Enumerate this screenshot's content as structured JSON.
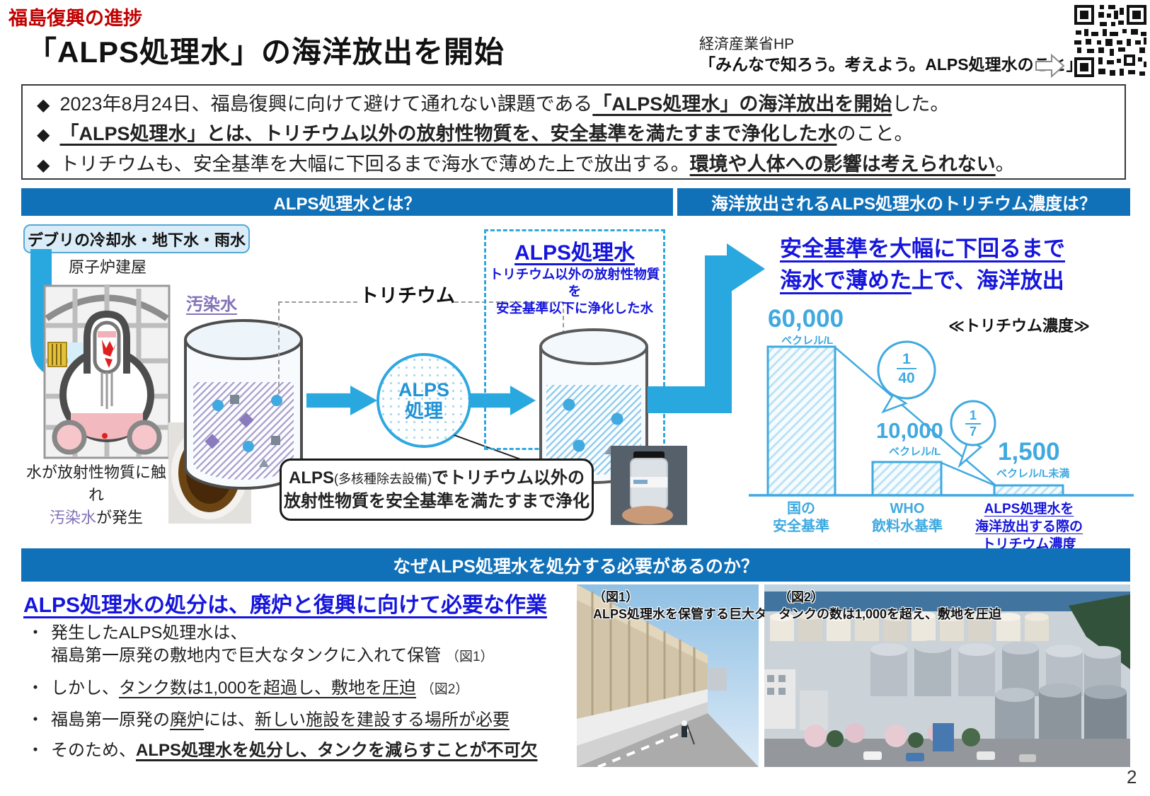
{
  "page_number": "2",
  "header": {
    "tagline": "福島復興の進捗",
    "title": "「ALPS処理水」の海洋放出を開始",
    "meti_line1": "経済産業省HP",
    "meti_line2": "「みんなで知ろう。考えよう。ALPS処理水のこと」"
  },
  "summary": {
    "bullet1": {
      "pre": "2023年8月24日、福島復興に向けて避けて通れない課題である",
      "em": "「ALPS処理水」の海洋放出を開始",
      "post": "した。"
    },
    "bullet2": {
      "pre": "",
      "em": "「ALPS処理水」とは、トリチウム以外の放射性物質を、安全基準を満たすまで浄化した水",
      "post": "のこと。"
    },
    "bullet3": {
      "pre": "トリチウムも、安全基準を大幅に下回るまで海水で薄めた上で放出する。",
      "em": "環境や人体への影響は考えられない",
      "post": "。"
    }
  },
  "left_panel": {
    "header": "ALPS処理水とは？",
    "debris_label": "デブリの冷却水・地下水・雨水",
    "reactor_label": "原子炉建屋",
    "contaminated_water_label": "汚染水",
    "origin_line1": "水が放射性物質に触れ",
    "origin_em": "汚染水",
    "origin_post": "が発生",
    "tritium_label": "トリチウム",
    "alps_circle": {
      "line1": "ALPS",
      "line2": "処理"
    },
    "treated_box": {
      "title": "ALPS処理水",
      "sub1": "トリチウム以外の放射性物質を",
      "sub2": "安全基準以下に浄化した水"
    },
    "alps_note": {
      "b1": "ALPS",
      "small": "(多核種除去設備)",
      "b2": "でトリチウム以外の",
      "line2": "放射性物質を安全基準を満たすまで浄化"
    }
  },
  "right_panel": {
    "header": "海洋放出されるALPS処理水のトリチウム濃度は？",
    "headline1": "安全基準を大幅に下回るまで",
    "headline2_u": "海水で薄めた",
    "headline2_rest": "上で、海洋放出"
  },
  "chart_data": {
    "type": "bar",
    "title": "≪トリチウム濃度≫",
    "categories": [
      "国の安全基準",
      "WHO飲料水基準",
      "ALPS処理水を海洋放出する際のトリチウム濃度"
    ],
    "values": [
      60000,
      10000,
      1500
    ],
    "value_labels": [
      "60,000",
      "10,000",
      "1,500"
    ],
    "unit_labels": [
      "ベクレル/L",
      "ベクレル/L",
      "ベクレル/L未満"
    ],
    "category_lines": [
      [
        "国の",
        "安全基準"
      ],
      [
        "WHO",
        "飲料水基準"
      ],
      [
        "ALPS処理水を",
        "海洋放出する際の",
        "トリチウム濃度"
      ]
    ],
    "ratios": [
      {
        "num": "1",
        "den": "40"
      },
      {
        "num": "1",
        "den": "7"
      }
    ],
    "ylim": [
      0,
      60000
    ],
    "grid": false,
    "legend": "none"
  },
  "bottom": {
    "header": "なぜALPS処理水を処分する必要があるのか？",
    "headline": "ALPS処理水の処分は、廃炉と復興に向けて必要な作業",
    "b1_line1": "発生したALPS処理水は、",
    "b1_line2": "福島第一原発の敷地内で巨大なタンクに入れて保管",
    "b1_fig": "（図1）",
    "b2_pre": "しかし、",
    "b2_u": "タンク数は1,000を超過し、敷地を圧迫",
    "b2_fig": "（図2）",
    "b3_pre": "福島第一原発の",
    "b3_u1": "廃炉",
    "b3_mid": "には、",
    "b3_u2": "新しい施設を建設する場所が必要",
    "b4_pre": "そのため、",
    "b4_bu": "ALPS処理水を処分し、タンクを減らすことが不可欠",
    "fig1_tag": "（図1）",
    "fig1_caption": "ALPS処理水を保管する巨大タンク",
    "fig2_tag": "（図2）",
    "fig2_caption": "タンクの数は1,000を超え、敷地を圧迫"
  },
  "colors": {
    "header_bar_blue": "#1070B8",
    "accent_arrow_blue": "#29A8E0",
    "chart_blue": "#3FA9E0",
    "link_text_blue": "#1515DC",
    "tagline_red": "#C00000",
    "contaminated_purple": "#8373B8"
  }
}
